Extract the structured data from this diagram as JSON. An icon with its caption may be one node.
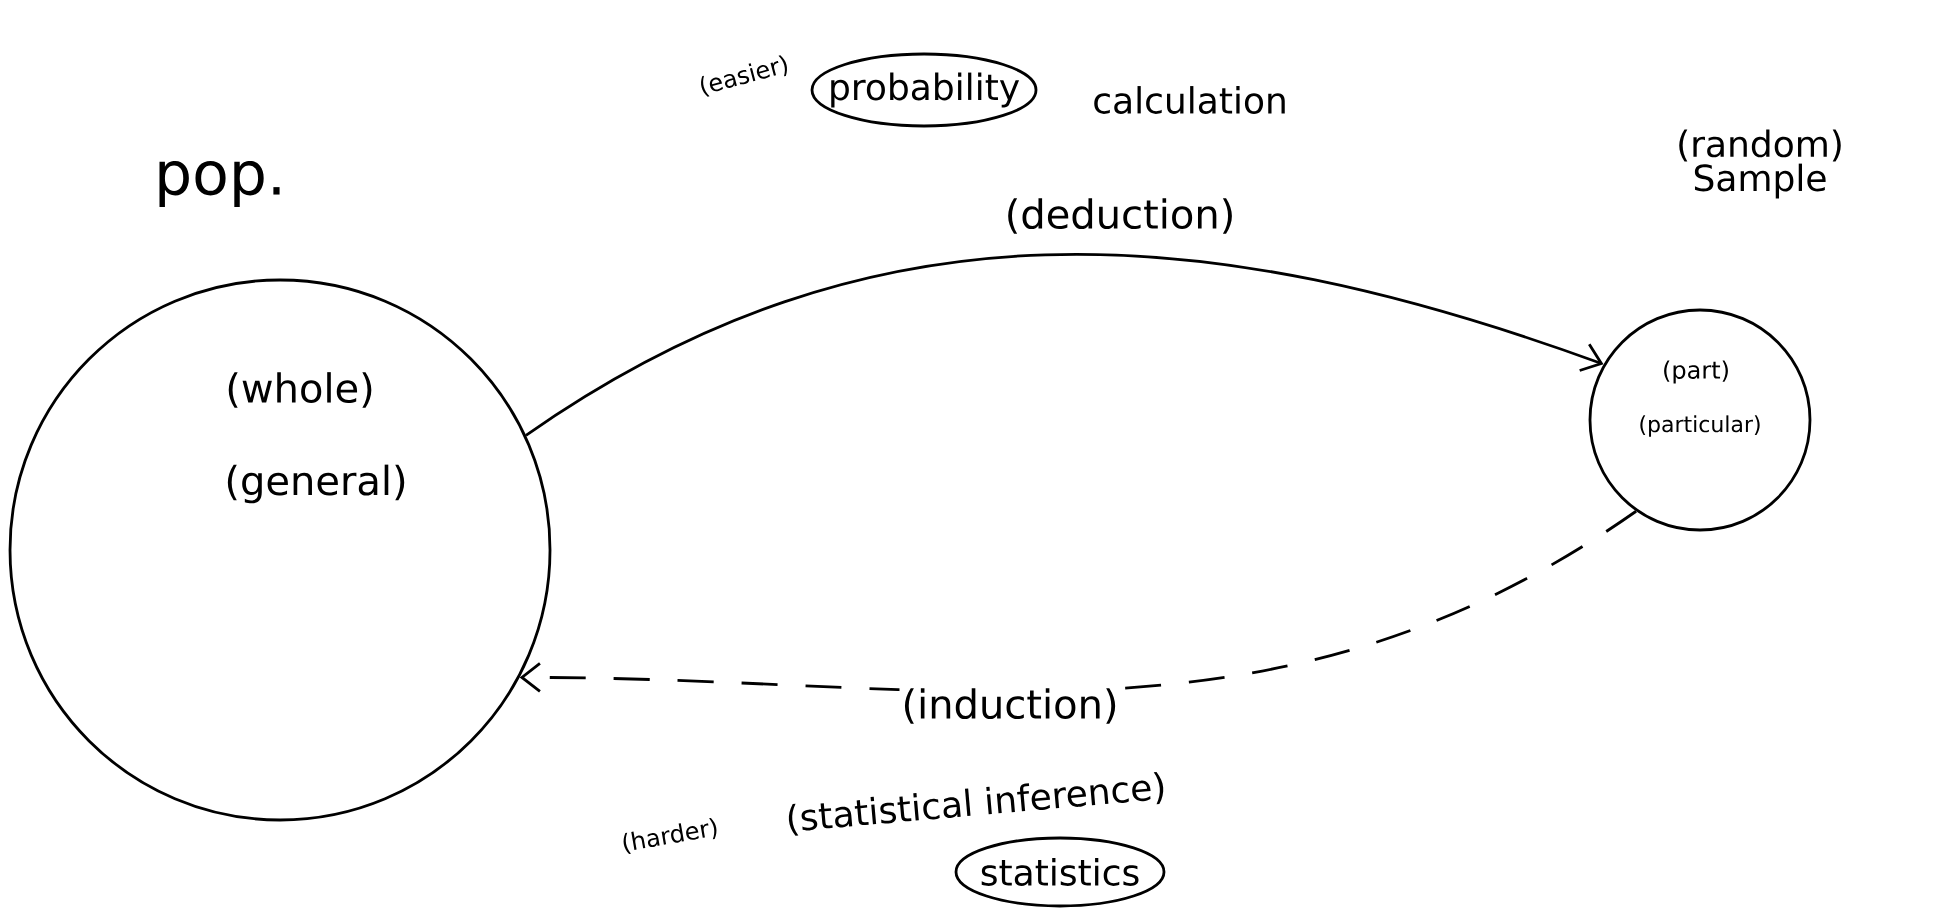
{
  "diagram": {
    "nodes": [
      {
        "text": [
          "pop.",
          "(whole)",
          "(general)"
        ]
      },
      {
        "text": [
          "(random) Sample",
          "(part)",
          "(particular)"
        ]
      },
      {
        "text": [
          "probability"
        ]
      },
      {
        "text": [
          "statistics"
        ]
      }
    ],
    "edges": [
      {
        "from": 0,
        "to": 1,
        "arrow": "to",
        "label": "(deduction)"
      },
      {
        "from": 1,
        "to": 0,
        "arrow": "to",
        "label": "(induction)",
        "style": "dashed"
      }
    ],
    "labels": [
      "(easier)",
      "calculation",
      "(harder)",
      "(statistical inference)"
    ]
  }
}
